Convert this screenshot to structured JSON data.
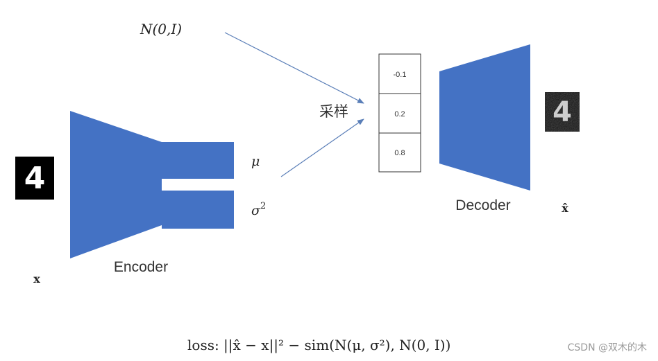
{
  "labels": {
    "noise": "N(0,I)",
    "sampling": "采样",
    "mu": "μ",
    "sigma": "σ",
    "sigma_exp": "2",
    "encoder": "Encoder",
    "decoder": "Decoder",
    "x": "x",
    "x_hat": "x̂",
    "loss": "loss:  ||x̂ − x||² − sim(N(μ, σ²), N(0, I))",
    "watermark": "CSDN @双木的木"
  },
  "latent_vector": [
    "-0.1",
    "0.2",
    "0.8"
  ],
  "digit_input": "4",
  "digit_output": "4",
  "colors": {
    "block": "#4472c4",
    "arrow": "#5b7fb8",
    "text": "#222222",
    "background": "#ffffff",
    "image_bg": "#000000"
  }
}
